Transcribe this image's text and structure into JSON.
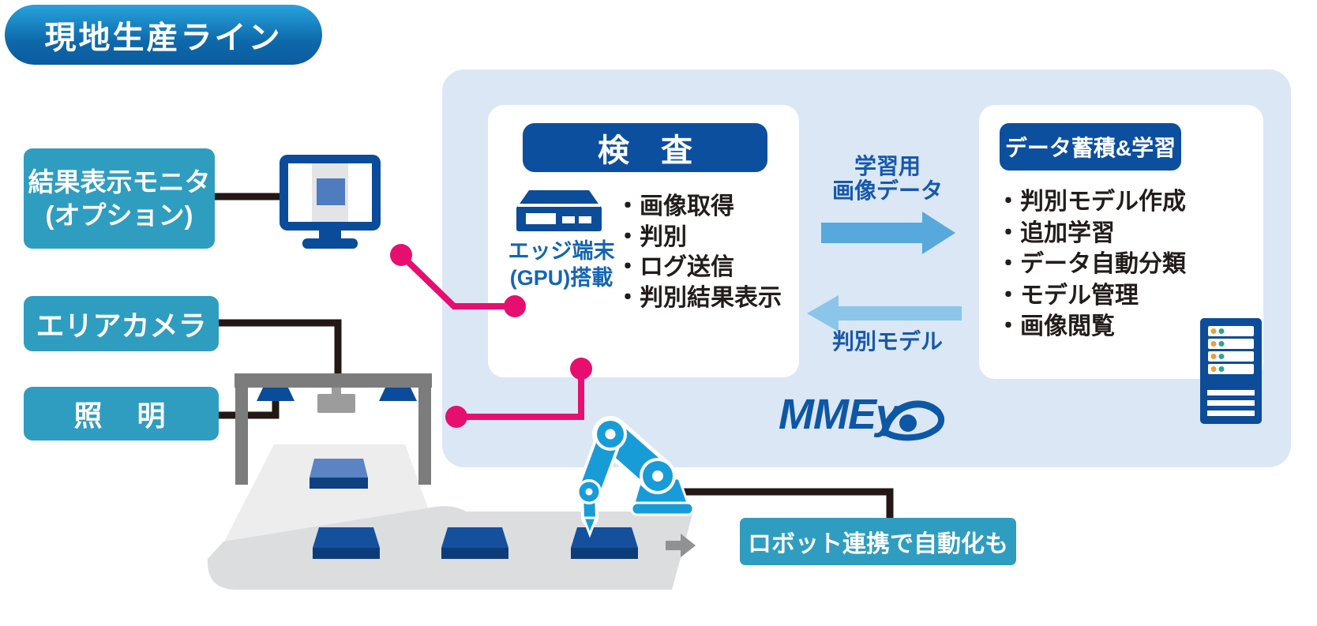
{
  "title": "現地生産ライン",
  "colors": {
    "header_blue": "#0d4f9f",
    "teal": "#2f9dc0",
    "panel_blue": "#dbe7f5",
    "pink": "#e60f6f",
    "arrow_blue": "#57a9dc",
    "arrow_light_blue": "#8bc5e9",
    "robot_blue": "#189cd8",
    "logo_blue": "#0d57a6"
  },
  "left_boxes": {
    "monitor": {
      "lines": [
        "結果表示モニタ",
        "(オプション)"
      ]
    },
    "camera": {
      "label": "エリアカメラ"
    },
    "light": {
      "label": "照　明"
    }
  },
  "inspection": {
    "header": "検　査",
    "device_caption": [
      "エッジ端末",
      "(GPU)搭載"
    ],
    "bullets": [
      "・画像取得",
      "・判別",
      "・ログ送信",
      "・判別結果表示"
    ]
  },
  "learning": {
    "header": "データ蓄積&学習",
    "bullets": [
      "・判別モデル作成",
      "・追加学習",
      "・データ自動分類",
      "・モデル管理",
      "・画像閲覧"
    ]
  },
  "flows": {
    "to_learning_lines": [
      "学習用",
      "画像データ"
    ],
    "to_inspection": "判別モデル"
  },
  "logo": {
    "brand": "MMEye",
    "text_visible": "MMEy"
  },
  "robot_note": "ロボット連携で自動化も"
}
